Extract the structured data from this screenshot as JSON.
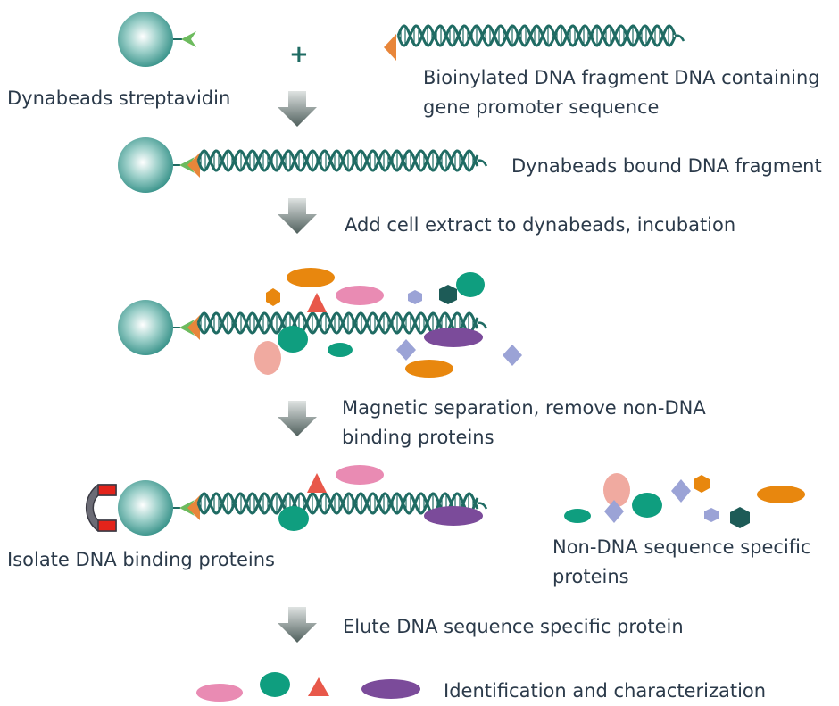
{
  "labels": {
    "streptavidin": "Dynabeads streptavidin",
    "biotinylated_line1": "Bioinylated DNA fragment DNA containing",
    "biotinylated_line2": "gene promoter sequence",
    "bound": "Dynabeads bound DNA fragment",
    "add_extract": "Add cell extract to dynabeads, incubation",
    "magnetic_line1": "Magnetic separation, remove non-DNA",
    "magnetic_line2": "binding proteins",
    "isolate": "Isolate DNA binding proteins",
    "nonspecific_line1": "Non-DNA sequence specific",
    "nonspecific_line2": "proteins",
    "elute": "Elute DNA sequence specific protein",
    "identify": "Identification and characterization"
  },
  "colors": {
    "bead": "#2f8d84",
    "dna": "#1f6b63",
    "streptavidin": "#6dbb5e",
    "biotin": "#e8863a",
    "orange_protein": "#e8870e",
    "pink_protein": "#e98bb3",
    "purple_protein": "#7b4b9a",
    "teal_protein": "#0f9e7f",
    "dark_teal_protein": "#1d5b57",
    "red_protein": "#e8584a",
    "salmon_protein": "#f0aaa0",
    "lavender_protein": "#9ba3d6",
    "magnet_gray": "#6b6b75",
    "magnet_red": "#e3231b",
    "arrow": "#4f5f5c",
    "text": "#2b3a4a"
  }
}
